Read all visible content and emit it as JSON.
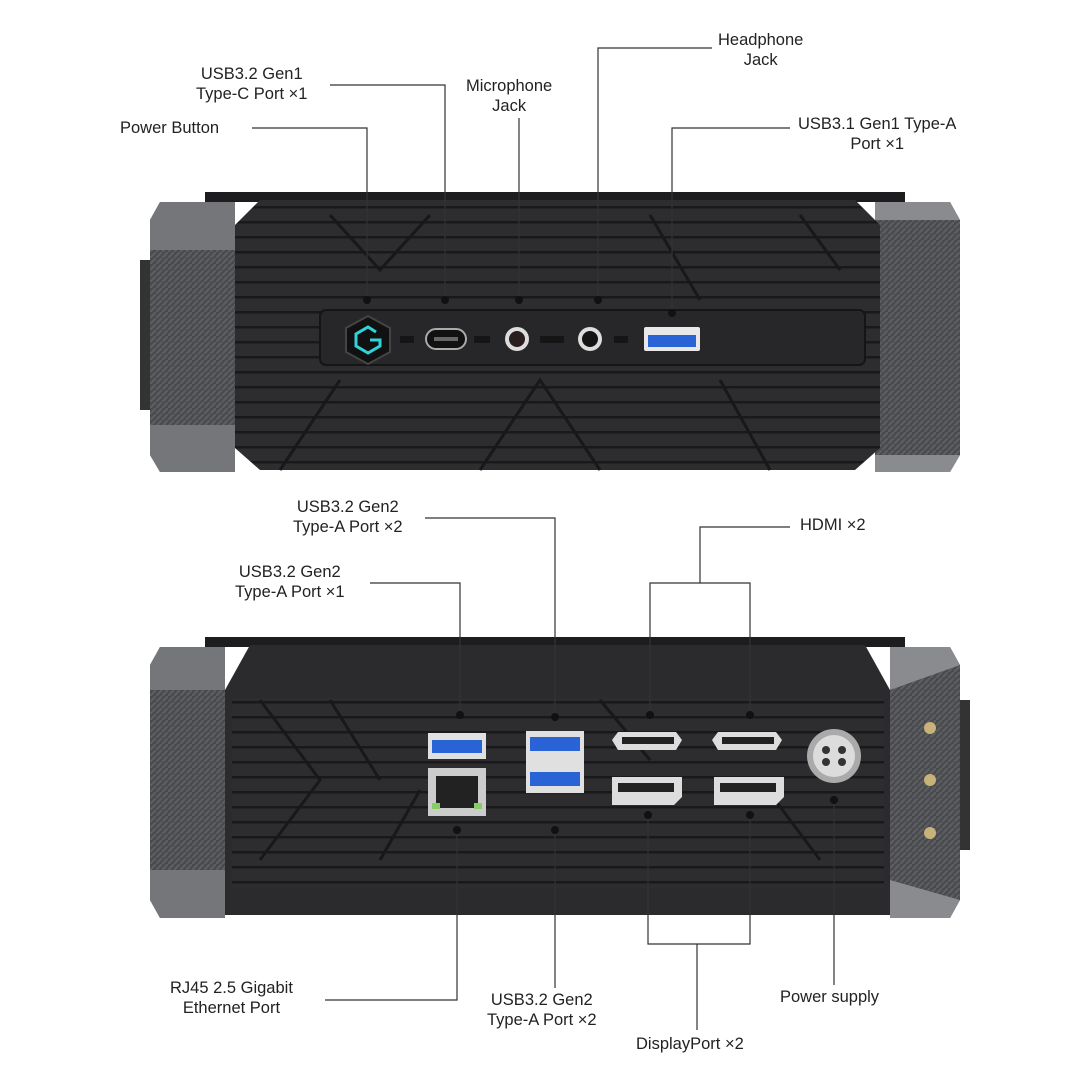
{
  "front": {
    "labels": {
      "power_button": [
        "Power Button"
      ],
      "usb_c": [
        "USB3.2 Gen1",
        "Type-C Port ×1"
      ],
      "microphone": [
        "Microphone",
        "Jack"
      ],
      "headphone": [
        "Headphone",
        "Jack"
      ],
      "usb_a": [
        "USB3.1 Gen1 Type-A",
        "Port ×1"
      ]
    }
  },
  "rear": {
    "labels": {
      "usb_gen2_top": [
        "USB3.2 Gen2",
        "Type-A Port ×2"
      ],
      "usb_gen2_single": [
        "USB3.2 Gen2",
        "Type-A Port ×1"
      ],
      "hdmi": [
        "HDMI ×2"
      ],
      "rj45": [
        "RJ45  2.5 Gigabit",
        "Ethernet Port"
      ],
      "usb_gen2_bottom": [
        "USB3.2 Gen2",
        "Type-A Port ×2"
      ],
      "displayport": [
        "DisplayPort ×2"
      ],
      "power_supply": [
        "Power supply"
      ]
    }
  },
  "colors": {
    "accent_power": "#2fd3d8",
    "usb_blue": "#2a63d6",
    "panel": "#2b2b2d",
    "cap": "#6a6b6e"
  }
}
